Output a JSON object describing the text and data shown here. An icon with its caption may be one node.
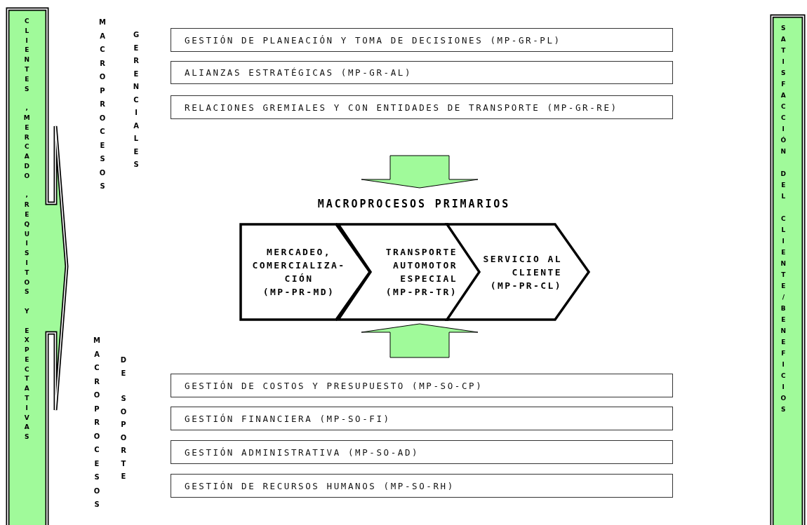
{
  "diagram": {
    "nodes": [
      {
        "text": [
          "CLIENTES ,MERCADO ,REQUISITOS Y EXPECTATIVAS"
        ]
      },
      {
        "text": [
          "GESTIÓN DE PLANEACIÓN Y TOMA DE DECISIONES (MP-GR-PL)"
        ]
      },
      {
        "text": [
          "ALIANZAS ESTRATÉGICAS (MP-GR-AL)"
        ]
      },
      {
        "text": [
          "RELACIONES GREMIALES Y CON ENTIDADES DE TRANSPORTE (MP-GR-RE)"
        ]
      },
      {
        "text": [
          "MACROPROCESOS PRIMARIOS"
        ]
      },
      {
        "text": [
          "MERCADEO, COMERCIALIZA- CIÓN",
          "(MP-PR-MD)"
        ],
        "in": 4
      },
      {
        "text": [
          "TRANSPORTE AUTOMOTOR ESPECIAL",
          "(MP-PR-TR)"
        ],
        "in": 4
      },
      {
        "text": [
          "SERVICIO AL CLIENTE",
          "(MP-PR-CL)"
        ],
        "in": 4
      },
      {
        "text": [
          "GESTIÓN DE COSTOS Y PRESUPUESTO (MP-SO-CP)"
        ]
      },
      {
        "text": [
          "GESTIÓN FINANCIERA (MP-SO-FI)"
        ]
      },
      {
        "text": [
          "GESTIÓN ADMINISTRATIVA (MP-SO-AD)"
        ]
      },
      {
        "text": [
          "GESTIÓN DE RECURSOS HUMANOS (MP-SO-RH)"
        ]
      },
      {
        "text": [
          "SATISFACCIÓN DEL CLIENTE/BENEFICIOS"
        ]
      }
    ],
    "edges": [
      {
        "from": 3,
        "to": 4,
        "arrow": "to"
      },
      {
        "from": 8,
        "to": 4,
        "arrow": "to"
      }
    ],
    "labels": [
      "MACROPROCESOS",
      "GERENCIALES",
      "MACROPROCESOS",
      "DE",
      "SOPORTE"
    ]
  }
}
